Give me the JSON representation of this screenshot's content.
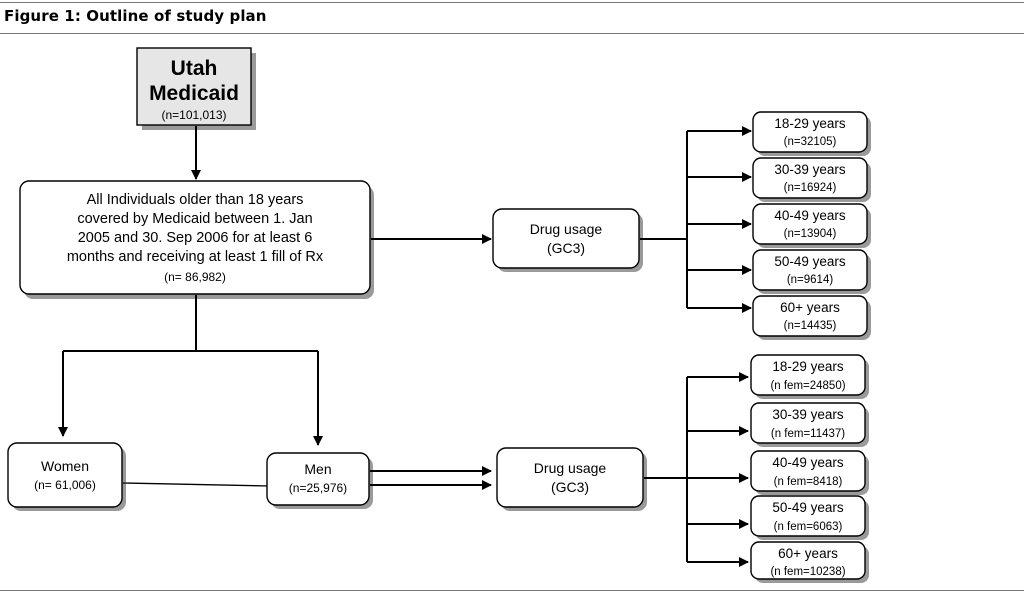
{
  "figure_title": "Figure 1: Outline of study plan",
  "nodes": {
    "source": {
      "title_line1": "Utah",
      "title_line2": "Medicaid",
      "n": "(n=101,013)"
    },
    "criteria": {
      "lines": [
        "All Individuals older than 18 years",
        "covered by Medicaid between 1. Jan",
        "2005 and 30. Sep 2006 for at least 6",
        "months and receiving at least 1 fill of Rx"
      ],
      "n": "(n= 86,982)"
    },
    "drug_usage_all": {
      "line1": "Drug usage",
      "line2": "(GC3)"
    },
    "women": {
      "label": "Women",
      "n": "(n= 61,006)"
    },
    "men": {
      "label": "Men",
      "n": "(n=25,976)"
    },
    "drug_usage_sex": {
      "line1": "Drug usage",
      "line2": "(GC3)"
    }
  },
  "age_groups_all": [
    {
      "label": "18-29 years",
      "n": "(n=32105)"
    },
    {
      "label": "30-39 years",
      "n": "(n=16924)"
    },
    {
      "label": "40-49 years",
      "n": "(n=13904)"
    },
    {
      "label": "50-49 years",
      "n": "(n=9614)"
    },
    {
      "label": "60+ years",
      "n": "(n=14435)"
    }
  ],
  "age_groups_sex": [
    {
      "label": "18-29 years",
      "n": "(n fem=24850)"
    },
    {
      "label": "30-39 years",
      "n": "(n fem=11437)"
    },
    {
      "label": "40-49 years",
      "n": "(n fem=8418)"
    },
    {
      "label": "50-49 years",
      "n": "(n fem=6063)"
    },
    {
      "label": "60+ years",
      "n": "(n fem=10238)"
    }
  ]
}
